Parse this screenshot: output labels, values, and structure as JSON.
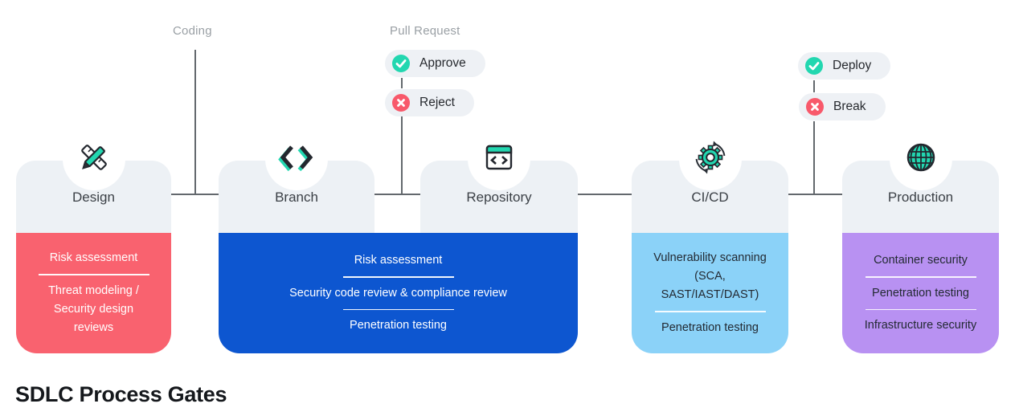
{
  "title": "SDLC Process Gates",
  "flow_labels": {
    "coding": "Coding",
    "pull_request": "Pull Request"
  },
  "pills": {
    "approve": {
      "label": "Approve",
      "icon": "check-icon"
    },
    "reject": {
      "label": "Reject",
      "icon": "cross-icon"
    },
    "deploy": {
      "label": "Deploy",
      "icon": "check-icon"
    },
    "break": {
      "label": "Break",
      "icon": "cross-icon"
    }
  },
  "stages": [
    {
      "name": "Design",
      "icon": "ruler-pencil-icon"
    },
    {
      "name": "Branch",
      "icon": "code-brackets-icon"
    },
    {
      "name": "Repository",
      "icon": "code-window-icon"
    },
    {
      "name": "CI/CD",
      "icon": "gear-sync-icon"
    },
    {
      "name": "Production",
      "icon": "globe-icon"
    }
  ],
  "panels": [
    {
      "stages": "Design",
      "color": "#f9626f",
      "text_color": "#ffffff",
      "items": [
        "Risk assessment",
        "Threat modeling /\nSecurity design\nreviews"
      ]
    },
    {
      "stages": "Branch + Repository",
      "color": "#0d56d0",
      "text_color": "#ffffff",
      "items": [
        "Risk assessment",
        "Security code review & compliance review",
        "Penetration testing"
      ]
    },
    {
      "stages": "CI/CD",
      "color": "#8bd2f8",
      "text_color": "#232a33",
      "items": [
        "Vulnerability scanning\n(SCA,\nSAST/IAST/DAST)",
        "Penetration testing"
      ]
    },
    {
      "stages": "Production",
      "color": "#b891f2",
      "text_color": "#232a33",
      "items": [
        "Container security",
        "Penetration testing",
        "Infrastructure security"
      ]
    }
  ],
  "colors": {
    "accent_teal": "#22d7b0",
    "fail_red": "#f8596b",
    "card_gray": "#edf1f5",
    "line_gray": "#63686d"
  }
}
